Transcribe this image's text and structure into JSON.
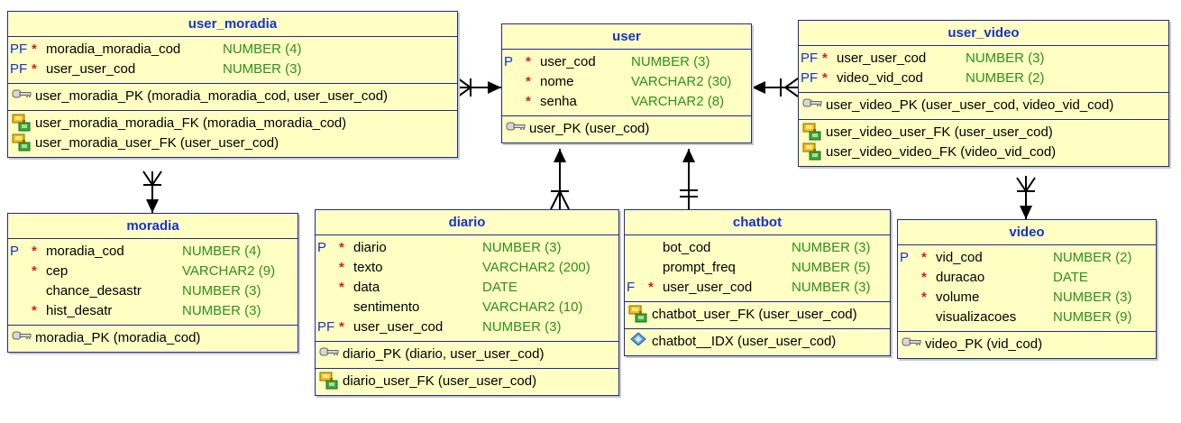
{
  "tables": [
    {
      "id": "user_moradia",
      "title": "user_moradia",
      "columns": [
        {
          "flag": "PF",
          "req": "*",
          "name": "moradia_moradia_cod",
          "type": "NUMBER (4)"
        },
        {
          "flag": "PF",
          "req": "*",
          "name": "user_user_cod",
          "type": "NUMBER (3)"
        }
      ],
      "pk": [
        "user_moradia_PK (moradia_moradia_cod, user_user_cod)"
      ],
      "fk": [
        "user_moradia_moradia_FK (moradia_moradia_cod)",
        "user_moradia_user_FK (user_user_cod)"
      ],
      "idx": []
    },
    {
      "id": "user",
      "title": "user",
      "columns": [
        {
          "flag": "P",
          "req": "*",
          "name": "user_cod",
          "type": "NUMBER (3)"
        },
        {
          "flag": "",
          "req": "*",
          "name": "nome",
          "type": "VARCHAR2 (30)"
        },
        {
          "flag": "",
          "req": "*",
          "name": "senha",
          "type": "VARCHAR2 (8)"
        }
      ],
      "pk": [
        "user_PK (user_cod)"
      ],
      "fk": [],
      "idx": []
    },
    {
      "id": "user_video",
      "title": "user_video",
      "columns": [
        {
          "flag": "PF",
          "req": "*",
          "name": "user_user_cod",
          "type": "NUMBER (3)"
        },
        {
          "flag": "PF",
          "req": "*",
          "name": "video_vid_cod",
          "type": "NUMBER (2)"
        }
      ],
      "pk": [
        "user_video_PK (user_user_cod, video_vid_cod)"
      ],
      "fk": [
        "user_video_user_FK (user_user_cod)",
        "user_video_video_FK (video_vid_cod)"
      ],
      "idx": []
    },
    {
      "id": "moradia",
      "title": "moradia",
      "columns": [
        {
          "flag": "P",
          "req": "*",
          "name": "moradia_cod",
          "type": "NUMBER (4)"
        },
        {
          "flag": "",
          "req": "*",
          "name": "cep",
          "type": "VARCHAR2 (9)"
        },
        {
          "flag": "",
          "req": "",
          "name": "chance_desastr",
          "type": "NUMBER (3)"
        },
        {
          "flag": "",
          "req": "*",
          "name": "hist_desatr",
          "type": "NUMBER (3)"
        }
      ],
      "pk": [
        "moradia_PK (moradia_cod)"
      ],
      "fk": [],
      "idx": []
    },
    {
      "id": "diario",
      "title": "diario",
      "columns": [
        {
          "flag": "P",
          "req": "*",
          "name": "diario",
          "type": "NUMBER (3)"
        },
        {
          "flag": "",
          "req": "*",
          "name": "texto",
          "type": "VARCHAR2 (200)"
        },
        {
          "flag": "",
          "req": "*",
          "name": "data",
          "type": "DATE"
        },
        {
          "flag": "",
          "req": "",
          "name": "sentimento",
          "type": "VARCHAR2 (10)"
        },
        {
          "flag": "PF",
          "req": "*",
          "name": "user_user_cod",
          "type": "NUMBER (3)"
        }
      ],
      "pk": [
        "diario_PK (diario, user_user_cod)"
      ],
      "fk": [
        "diario_user_FK (user_user_cod)"
      ],
      "idx": []
    },
    {
      "id": "chatbot",
      "title": "chatbot",
      "columns": [
        {
          "flag": "",
          "req": "",
          "name": "bot_cod",
          "type": "NUMBER (3)"
        },
        {
          "flag": "",
          "req": "",
          "name": "prompt_freq",
          "type": "NUMBER (5)"
        },
        {
          "flag": "F",
          "req": "*",
          "name": "user_user_cod",
          "type": "NUMBER (3)"
        }
      ],
      "pk": [],
      "fk": [
        "chatbot_user_FK (user_user_cod)"
      ],
      "idx": [
        "chatbot__IDX (user_user_cod)"
      ]
    },
    {
      "id": "video",
      "title": "video",
      "columns": [
        {
          "flag": "P",
          "req": "*",
          "name": "vid_cod",
          "type": "NUMBER (2)"
        },
        {
          "flag": "",
          "req": "*",
          "name": "duracao",
          "type": "DATE"
        },
        {
          "flag": "",
          "req": "*",
          "name": "volume",
          "type": "NUMBER (3)"
        },
        {
          "flag": "",
          "req": "",
          "name": "visualizacoes",
          "type": "NUMBER (9)"
        }
      ],
      "pk": [
        "video_PK (vid_cod)"
      ],
      "fk": [],
      "idx": []
    }
  ],
  "colors": {
    "border": "#1f2b8f",
    "fill": "#ffffc4",
    "title": "#1632c8",
    "type": "#2f8f1e",
    "required": "#e31a1a"
  }
}
